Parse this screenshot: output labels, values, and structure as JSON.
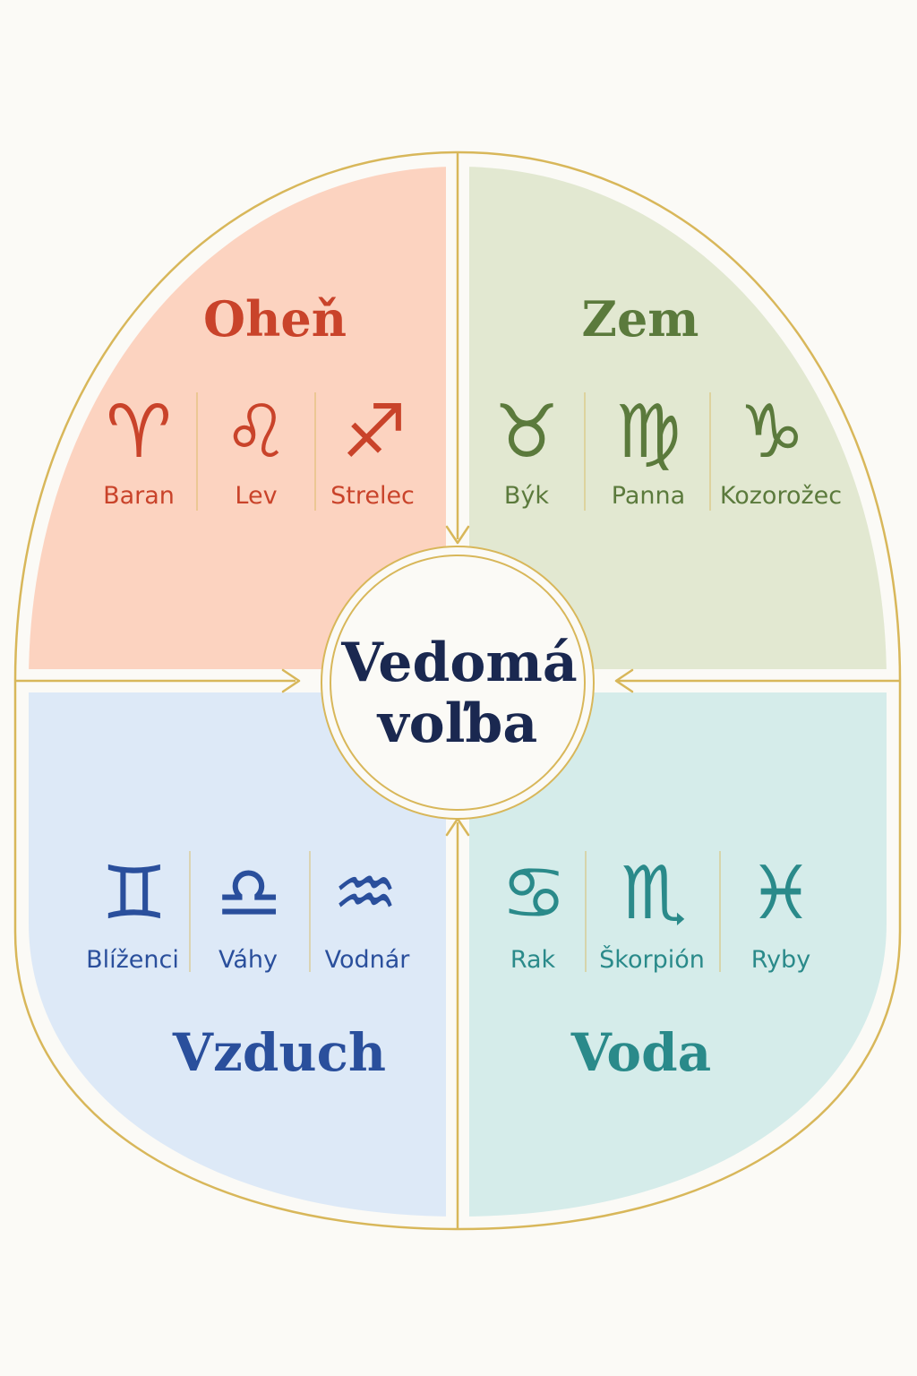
{
  "center": {
    "line1": "Vedomá",
    "line2": "voľba",
    "color": "#1a2850"
  },
  "frame_color": "#d8b75a",
  "quadrants": [
    {
      "id": "fire",
      "title": "Oheň",
      "accent": "#c9432a",
      "fill": "#fcd3c0",
      "signs": [
        {
          "glyph": "♈︎",
          "label": "Baran",
          "icon": "aries-icon"
        },
        {
          "glyph": "♌︎",
          "label": "Lev",
          "icon": "leo-icon"
        },
        {
          "glyph": "♐︎",
          "label": "Strelec",
          "icon": "sagittarius-icon"
        }
      ]
    },
    {
      "id": "earth",
      "title": "Zem",
      "accent": "#5b7a3c",
      "fill": "#e2e8d1",
      "signs": [
        {
          "glyph": "♉︎",
          "label": "Býk",
          "icon": "taurus-icon"
        },
        {
          "glyph": "♍︎",
          "label": "Panna",
          "icon": "virgo-icon"
        },
        {
          "glyph": "♑︎",
          "label": "Kozorožec",
          "icon": "capricorn-icon"
        }
      ]
    },
    {
      "id": "air",
      "title": "Vzduch",
      "accent": "#2a4f9c",
      "fill": "#dde9f7",
      "signs": [
        {
          "glyph": "♊︎",
          "label": "Blíženci",
          "icon": "gemini-icon"
        },
        {
          "glyph": "♎︎",
          "label": "Váhy",
          "icon": "libra-icon"
        },
        {
          "glyph": "♒︎",
          "label": "Vodnár",
          "icon": "aquarius-icon"
        }
      ]
    },
    {
      "id": "water",
      "title": "Voda",
      "accent": "#2a8a8a",
      "fill": "#d5ecea",
      "signs": [
        {
          "glyph": "♋︎",
          "label": "Rak",
          "icon": "cancer-icon"
        },
        {
          "glyph": "♏︎",
          "label": "Škorpión",
          "icon": "scorpio-icon"
        },
        {
          "glyph": "♓︎",
          "label": "Ryby",
          "icon": "pisces-icon"
        }
      ]
    }
  ]
}
